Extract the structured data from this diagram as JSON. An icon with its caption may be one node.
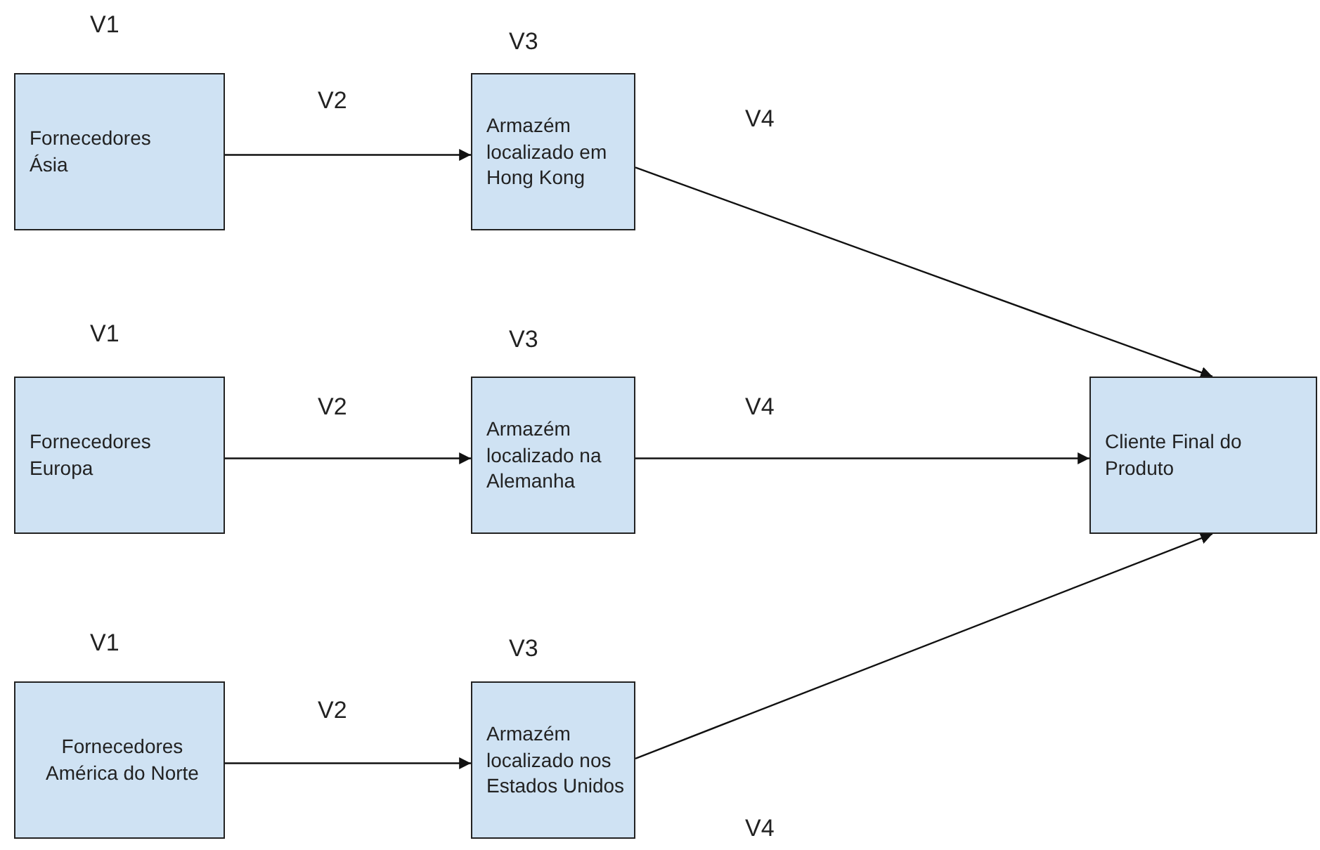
{
  "diagram": {
    "nodes": [
      {
        "text": [
          "Fornecedores Ásia"
        ],
        "beside": [
          "V1"
        ]
      },
      {
        "text": [
          "Armazém localizado em Hong Kong"
        ],
        "beside": [
          "V3"
        ]
      },
      {
        "text": [
          "Fornecedores Europa"
        ],
        "beside": [
          "V1"
        ]
      },
      {
        "text": [
          "Armazém localizado na Alemanha"
        ],
        "beside": [
          "V3"
        ]
      },
      {
        "text": [
          "Fornecedores América do Norte"
        ],
        "beside": [
          "V1"
        ]
      },
      {
        "text": [
          "Armazém localizado nos Estados Unidos"
        ],
        "beside": [
          "V3"
        ]
      },
      {
        "text": [
          "Cliente Final do Produto"
        ]
      }
    ],
    "edges": [
      {
        "from": 0,
        "to": 1,
        "arrow": "to",
        "label": "V2"
      },
      {
        "from": 1,
        "to": 6,
        "arrow": "to",
        "label": "V4"
      },
      {
        "from": 2,
        "to": 3,
        "arrow": "to",
        "label": "V2"
      },
      {
        "from": 3,
        "to": 6,
        "arrow": "to",
        "label": "V4"
      },
      {
        "from": 4,
        "to": 5,
        "arrow": "to",
        "label": "V2"
      },
      {
        "from": 5,
        "to": 6,
        "arrow": "to",
        "label": "V4"
      }
    ]
  }
}
